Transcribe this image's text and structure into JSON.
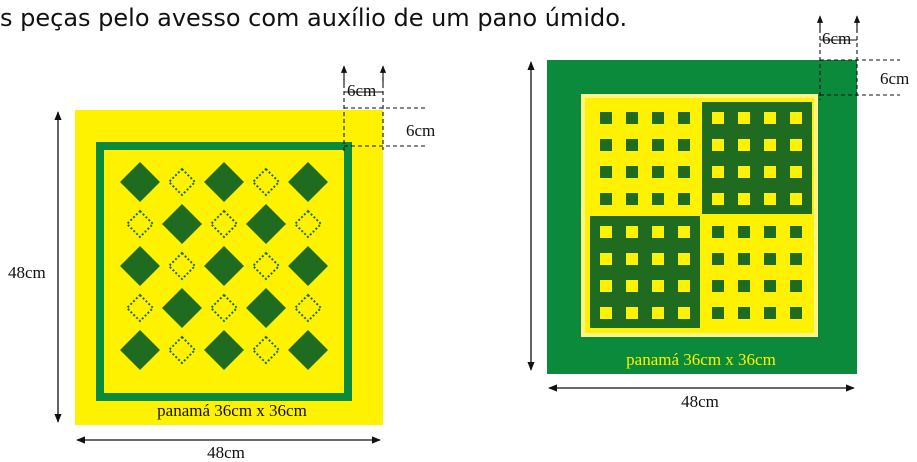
{
  "caption": "s peças pelo avesso com auxílio de um pano úmido.",
  "colors": {
    "yellow": "#fff200",
    "pale_yellow": "#fff38a",
    "dark_green": "#1f6b1f",
    "green": "#0a8a3a",
    "mid_green": "#0f7a2a",
    "line": "#111111"
  },
  "left_design": {
    "height_label": "48cm",
    "width_label": "48cm",
    "border_label_top": "6cm",
    "border_label_side": "6cm",
    "fabric_label": "panamá 36cm x 36cm"
  },
  "right_design": {
    "width_label": "48cm",
    "border_label_top": "6cm",
    "border_label_side": "6cm",
    "fabric_label": "panamá 36cm x 36cm"
  }
}
